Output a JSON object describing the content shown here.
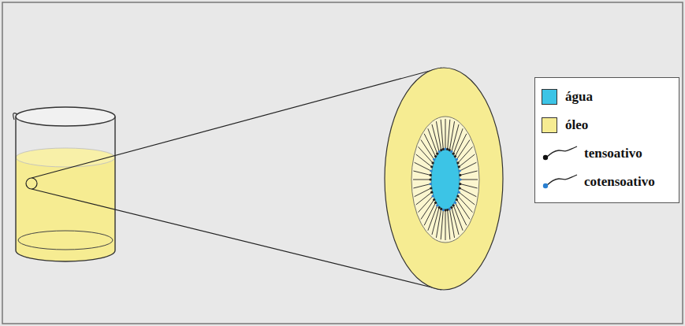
{
  "diagram": {
    "legend": [
      {
        "text": "água",
        "color": "#3cc4e6"
      },
      {
        "text": "óleo",
        "color": "#f6ec92"
      },
      {
        "text": "tensoativo"
      },
      {
        "text": "cotensoativo"
      }
    ]
  }
}
